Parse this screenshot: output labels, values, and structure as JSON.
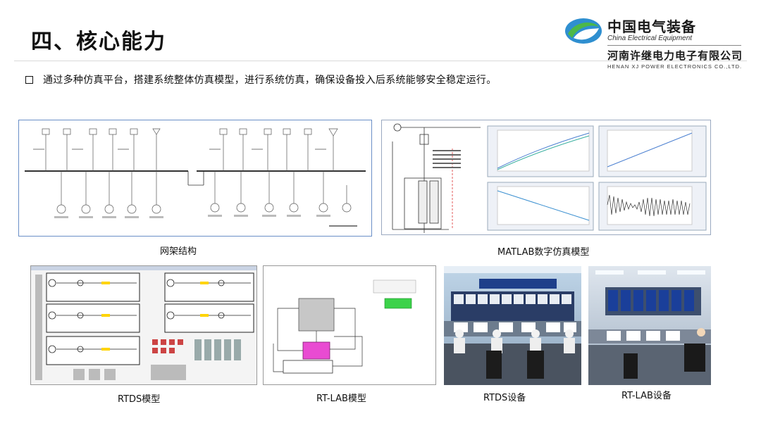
{
  "header": {
    "title": "四、核心能力"
  },
  "logo": {
    "name_cn": "中国电气装备",
    "name_en": "China Electrical Equipment",
    "company_cn": "河南许继电力电子有限公司",
    "company_en": "HENAN XJ POWER ELECTRONICS CO.,LTD."
  },
  "bullet": {
    "text": "通过多种仿真平台，搭建系统整体仿真模型，进行系统仿真，确保设备投入后系统能够安全稳定运行。"
  },
  "figures": {
    "grid_structure": {
      "caption": "网架结构"
    },
    "matlab": {
      "caption": "MATLAB数字仿真模型"
    },
    "rtds_model": {
      "caption": "RTDS模型"
    },
    "rtlab_model": {
      "caption": "RT-LAB模型"
    },
    "rtds_equipment": {
      "caption": "RTDS设备"
    },
    "rtlab_equipment": {
      "caption": "RT-LAB设备"
    }
  },
  "colors": {
    "accent_blue": "#2f8fd0",
    "accent_green": "#4cb848",
    "panel_border": "#6a8fc7"
  }
}
